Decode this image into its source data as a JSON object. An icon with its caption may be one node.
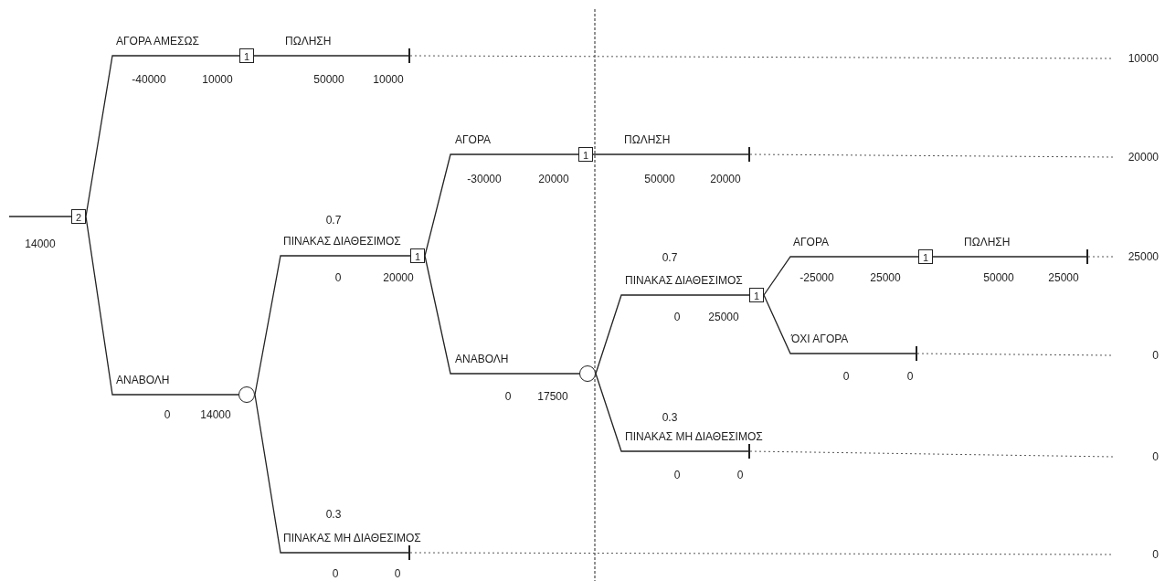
{
  "diagram": {
    "nodes": [
      {
        "text": [
          "2"
        ]
      },
      {
        "text": [
          "1"
        ]
      },
      {
        "text": [],
        "shape": "bar"
      },
      {
        "text": [
          "10000"
        ]
      },
      {
        "text": [],
        "shape": "circle"
      },
      {
        "text": [
          "1"
        ]
      },
      {
        "text": [
          "1"
        ]
      },
      {
        "text": [],
        "shape": "bar"
      },
      {
        "text": [
          "20000"
        ]
      },
      {
        "text": [],
        "shape": "circle"
      },
      {
        "text": [
          "1"
        ]
      },
      {
        "text": [
          "1"
        ]
      },
      {
        "text": [],
        "shape": "bar"
      },
      {
        "text": [
          "25000"
        ]
      },
      {
        "text": [],
        "shape": "bar"
      },
      {
        "text": [
          "0"
        ]
      },
      {
        "text": [],
        "shape": "bar"
      },
      {
        "text": [
          "0"
        ]
      },
      {
        "text": [],
        "shape": "bar"
      },
      {
        "text": [
          "0"
        ]
      }
    ],
    "edges": [
      {
        "from": null,
        "to": 0,
        "arrow": "none"
      },
      {
        "from": 0,
        "to": 1,
        "arrow": "none",
        "label": "ΑΓΟΡΑ ΑΜΕΣΩΣ"
      },
      {
        "from": 1,
        "to": 2,
        "arrow": "none",
        "label": "ΠΩΛΗΣΗ"
      },
      {
        "from": 2,
        "to": 3,
        "arrow": "none",
        "style": "dashed"
      },
      {
        "from": 0,
        "to": 4,
        "arrow": "none",
        "label": "ΑΝΑΒΟΛΗ"
      },
      {
        "from": 4,
        "to": 5,
        "arrow": "none",
        "label": "ΠΙΝΑΚΑΣ ΔΙΑΘΕΣΙΜΟΣ"
      },
      {
        "from": 5,
        "to": 6,
        "arrow": "none",
        "label": "ΑΓΟΡΑ"
      },
      {
        "from": 6,
        "to": 7,
        "arrow": "none",
        "label": "ΠΩΛΗΣΗ"
      },
      {
        "from": 7,
        "to": 8,
        "arrow": "none",
        "style": "dashed"
      },
      {
        "from": 5,
        "to": 9,
        "arrow": "none",
        "label": "ΑΝΑΒΟΛΗ"
      },
      {
        "from": 9,
        "to": 10,
        "arrow": "none",
        "label": "ΠΙΝΑΚΑΣ ΔΙΑΘΕΣΙΜΟΣ"
      },
      {
        "from": 10,
        "to": 11,
        "arrow": "none",
        "label": "ΑΓΟΡΑ"
      },
      {
        "from": 11,
        "to": 12,
        "arrow": "none",
        "label": "ΠΩΛΗΣΗ"
      },
      {
        "from": 12,
        "to": 13,
        "arrow": "none",
        "style": "dashed"
      },
      {
        "from": 10,
        "to": 14,
        "arrow": "none",
        "label": "ΌΧΙ ΑΓΟΡΑ"
      },
      {
        "from": 14,
        "to": 15,
        "arrow": "none",
        "style": "dashed"
      },
      {
        "from": 9,
        "to": 16,
        "arrow": "none",
        "label": "ΠΙΝΑΚΑΣ ΜΗ ΔΙΑΘΕΣΙΜΟΣ"
      },
      {
        "from": 16,
        "to": 17,
        "arrow": "none",
        "style": "dashed"
      },
      {
        "from": 4,
        "to": 18,
        "arrow": "none",
        "label": "ΠΙΝΑΚΑΣ ΜΗ ΔΙΑΘΕΣΙΜΟΣ"
      },
      {
        "from": 18,
        "to": 19,
        "arrow": "none",
        "style": "dashed"
      }
    ],
    "labels": [
      "-40000",
      "10000",
      "50000",
      "10000",
      "-30000",
      "20000",
      "50000",
      "20000",
      "0.7",
      "14000",
      "0.7",
      "0",
      "20000",
      "-25000",
      "25000",
      "50000",
      "25000",
      "0",
      "25000",
      "0",
      "0",
      "0",
      "17500",
      "0",
      "14000",
      "0.3",
      "0",
      "0",
      "0.3",
      "0",
      "0"
    ]
  }
}
